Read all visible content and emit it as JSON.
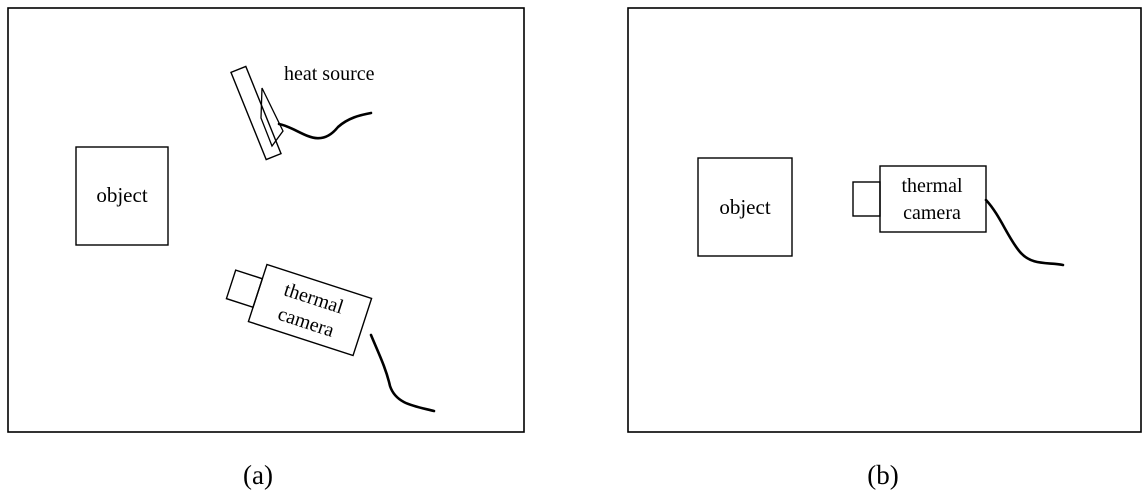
{
  "colors": {
    "ink": "#000000",
    "paper": "#ffffff"
  },
  "panel_a": {
    "object_label": "object",
    "heat_source_label": "heat source",
    "camera_label_line1": "thermal",
    "camera_label_line2": "camera",
    "caption": "(a)"
  },
  "panel_b": {
    "object_label": "object",
    "camera_label_line1": "thermal",
    "camera_label_line2": "camera",
    "caption": "(b)"
  }
}
